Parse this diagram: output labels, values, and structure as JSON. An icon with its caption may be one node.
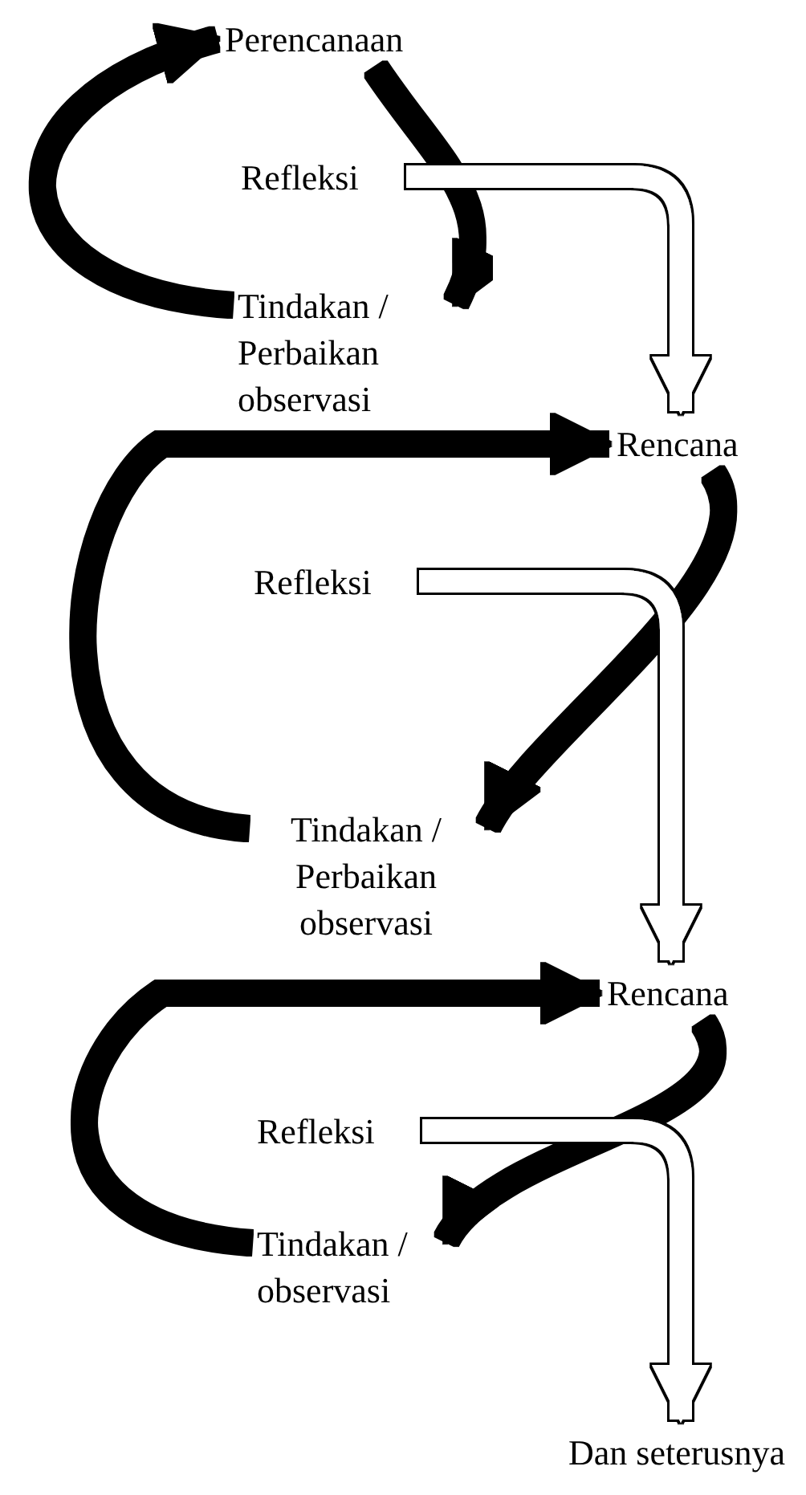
{
  "diagram": {
    "nodes": [
      {
        "text": [
          "Perencanaan"
        ]
      },
      {
        "text": [
          "Refleksi"
        ]
      },
      {
        "text": [
          "Tindakan / Perbaikan observasi"
        ]
      },
      {
        "text": [
          "Rencana"
        ]
      },
      {
        "text": [
          "Refleksi"
        ]
      },
      {
        "text": [
          "Tindakan / Perbaikan observasi"
        ]
      },
      {
        "text": [
          "Rencana"
        ]
      },
      {
        "text": [
          "Refleksi"
        ]
      },
      {
        "text": [
          "Tindakan / observasi"
        ]
      },
      {
        "text": [
          "Dan seterusnya"
        ]
      }
    ],
    "edges": [
      {
        "from": 2,
        "to": 0,
        "arrow": "to"
      },
      {
        "from": 0,
        "to": 2,
        "arrow": "to"
      },
      {
        "from": 1,
        "to": 3,
        "arrow": "to",
        "color": "#ffffff"
      },
      {
        "from": 5,
        "to": 3,
        "arrow": "to"
      },
      {
        "from": 3,
        "to": 5,
        "arrow": "to"
      },
      {
        "from": 4,
        "to": 6,
        "arrow": "to",
        "color": "#ffffff"
      },
      {
        "from": 8,
        "to": 6,
        "arrow": "to"
      },
      {
        "from": 6,
        "to": 8,
        "arrow": "to"
      },
      {
        "from": 7,
        "to": 9,
        "arrow": "to",
        "color": "#ffffff"
      }
    ]
  }
}
